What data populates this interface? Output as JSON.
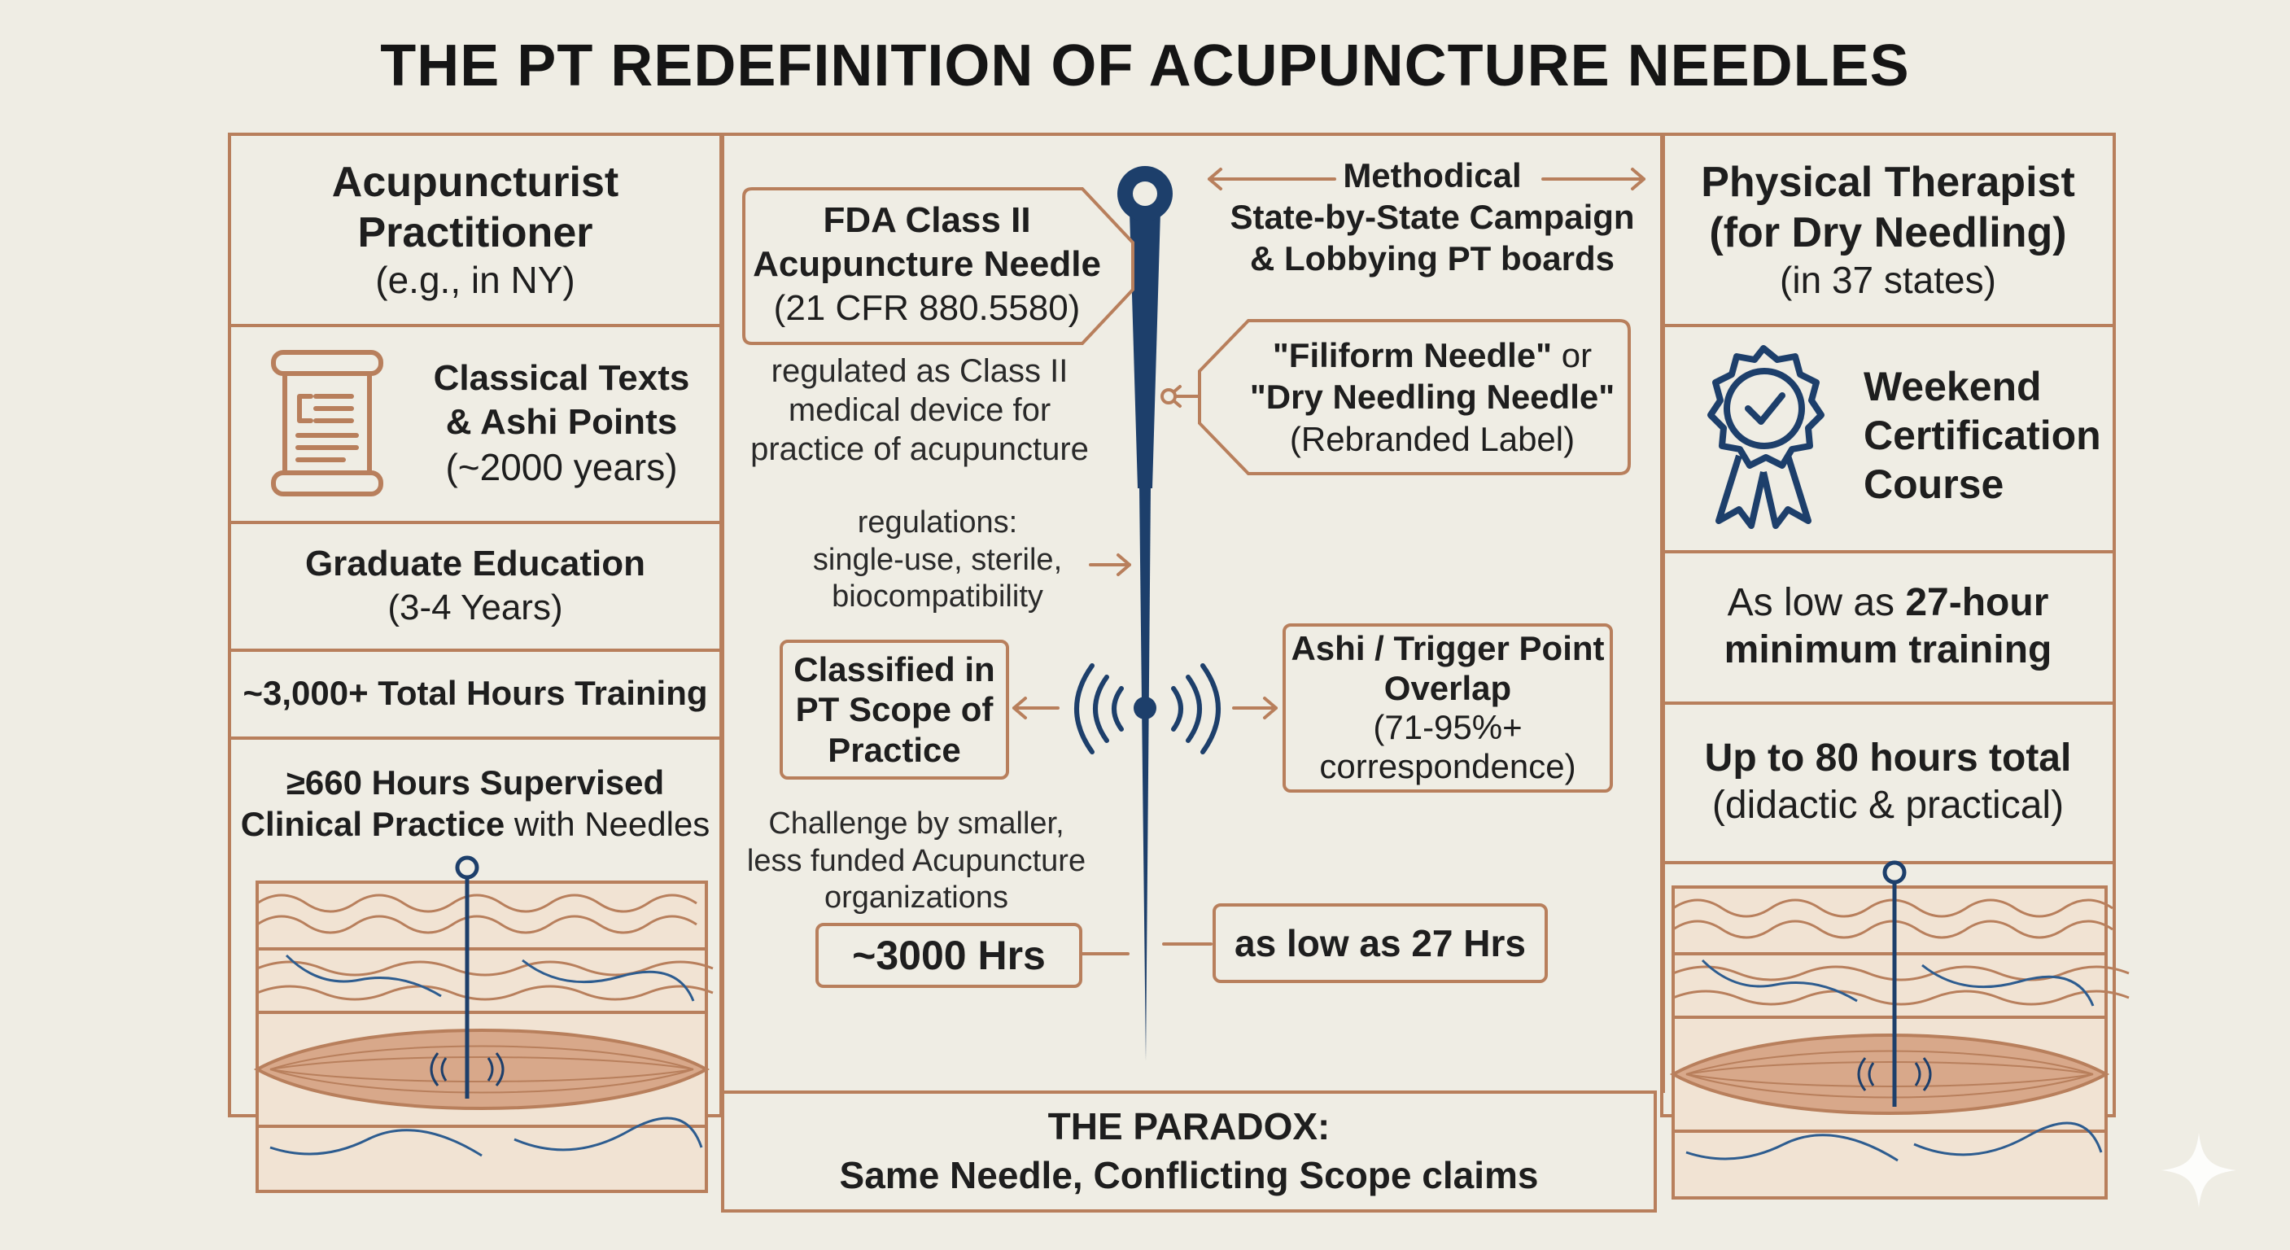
{
  "title": "THE PT REDEFINITION OF ACUPUNCTURE NEEDLES",
  "colors": {
    "accent": "#b87f5c",
    "needle": "#1d3f6b",
    "background": "#efede4",
    "text": "#1e1e1e"
  },
  "left": {
    "header": {
      "line1": "Acupuncturist",
      "line2": "Practitioner",
      "line3": "(e.g., in NY)"
    },
    "texts": {
      "icon": "scroll-icon",
      "line1": "Classical Texts",
      "line2": "& Ashi Points",
      "line3": "(~2000 years)"
    },
    "education": {
      "line1": "Graduate Education",
      "line2": "(3-4 Years)"
    },
    "hours": "~3,000+ Total Hours Training",
    "clinical": {
      "line1": "≥660 Hours Supervised",
      "line2_bold": "Clinical Practice",
      "line2_rest": " with Needles"
    }
  },
  "center": {
    "fda": {
      "line1": "FDA Class II",
      "line2": "Acupuncture Needle",
      "line3": "(21 CFR 880.5580)"
    },
    "regulated": {
      "line1": "regulated as Class II",
      "line2": "medical device for",
      "line3": "practice of acupuncture"
    },
    "campaign": {
      "line1": "Methodical",
      "line2": "State-by-State Campaign",
      "line3": "& Lobbying PT boards"
    },
    "rebrand": {
      "line1a": "\"Filiform Needle\"",
      "line1b": " or",
      "line2": "\"Dry Needling Needle\"",
      "line3": "(Rebranded Label)"
    },
    "regulations": {
      "line1": "regulations:",
      "line2": "single-use, sterile,",
      "line3": "biocompatibility"
    },
    "classified": {
      "line1": "Classified in",
      "line2": "PT Scope of",
      "line3": "Practice"
    },
    "overlap": {
      "line1": "Ashi / Trigger Point",
      "line2": "Overlap",
      "line3": "(71-95%+",
      "line4": "correspondence)"
    },
    "challenge": {
      "line1": "Challenge by smaller,",
      "line2": "less funded Acupuncture",
      "line3": "organizations"
    },
    "acu_hours": "~3000 Hrs",
    "pt_hours": "as low as 27 Hrs",
    "paradox": {
      "line1": "THE PARADOX:",
      "line2": "Same Needle, Conflicting Scope claims"
    }
  },
  "right": {
    "header": {
      "line1": "Physical Therapist",
      "line2": "(for Dry Needling)",
      "line3": "(in 37 states)"
    },
    "cert": {
      "icon": "certification-badge-icon",
      "line1": "Weekend",
      "line2": "Certification",
      "line3": "Course"
    },
    "minimum": {
      "line1a": "As low as ",
      "line1b": "27-hour",
      "line2": "minimum training"
    },
    "total": {
      "line1": "Up to 80 hours total",
      "line2": "(didactic & practical)"
    }
  }
}
